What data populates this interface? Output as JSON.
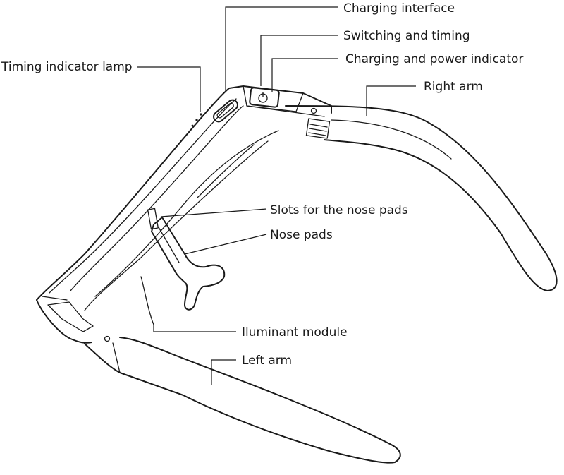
{
  "labels": {
    "charging_interface": "Charging interface",
    "switching_and_timing": "Switching and timing",
    "charging_and_power_indicator": "Charging and power indicator",
    "timing_indicator_lamp": "Timing indicator lamp",
    "right_arm": "Right arm",
    "slots_for_nose_pads": "Slots for the nose pads",
    "nose_pads": "Nose pads",
    "illuminant_module": "Iluminant module",
    "left_arm": "Left arm"
  },
  "colors": {
    "line": "#1a1a1a",
    "background": "#ffffff"
  }
}
